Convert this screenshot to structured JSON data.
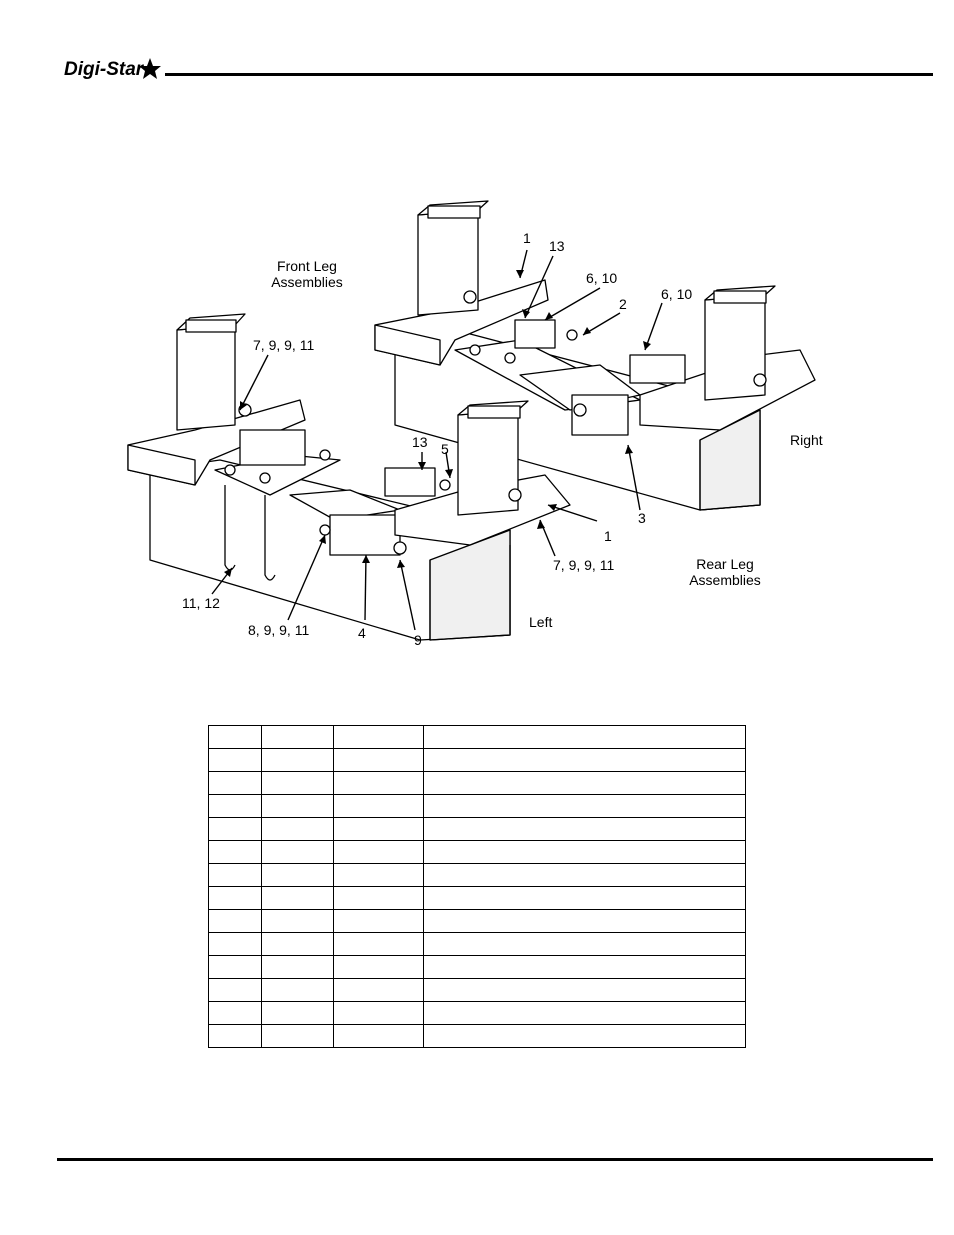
{
  "header": {
    "logo_text": "Digi-Star"
  },
  "figure": {
    "labels": {
      "front_leg": "Front Leg\nAssemblies",
      "rear_leg": "Rear Leg\nAssemblies",
      "right": "Right",
      "left": "Left",
      "c1_top": "1",
      "c13_top": "13",
      "c6_10_a": "6, 10",
      "c2": "2",
      "c6_10_b": "6, 10",
      "c7_9_9_11_a": "7, 9, 9, 11",
      "c13_mid": "13",
      "c5": "5",
      "c3": "3",
      "c1_right": "1",
      "c7_9_9_11_b": "7, 9, 9, 11",
      "c11_12": "11, 12",
      "c8_9_9_11": "8, 9, 9, 11",
      "c4": "4",
      "c9": "9"
    }
  },
  "table": {
    "rows": 14,
    "cols": 4
  }
}
